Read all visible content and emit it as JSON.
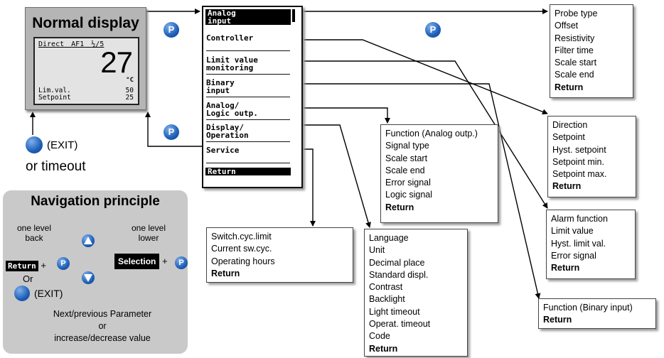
{
  "normal_display": {
    "title": "Normal display",
    "screen": {
      "mode": "Direct",
      "af": "AF1",
      "icon_text": "½/5",
      "value": "27",
      "unit": "°C",
      "lim_label": "Lim.val.",
      "lim_value": "50",
      "sp_label": "Setpoint",
      "sp_value": "25"
    }
  },
  "p_label": "P",
  "exit": {
    "label": "(EXIT)",
    "timeout": "or timeout"
  },
  "menu": {
    "items": [
      {
        "id": "analog-input",
        "lines": "Analog\ninput",
        "selected": true
      },
      {
        "id": "controller",
        "lines": "Controller",
        "selected": false
      },
      {
        "id": "limit-value-monitoring",
        "lines": "Limit value\nmonitoring",
        "selected": false
      },
      {
        "id": "binary-input",
        "lines": "Binary\ninput",
        "selected": false
      },
      {
        "id": "analog-logic-outp",
        "lines": "Analog/\nLogic outp.",
        "selected": false
      },
      {
        "id": "display-operation",
        "lines": "Display/\nOperation",
        "selected": false
      },
      {
        "id": "service",
        "lines": "Service",
        "selected": false
      },
      {
        "id": "return",
        "lines": "Return",
        "selected": true
      }
    ]
  },
  "boxes": {
    "analog_input": [
      "Probe type",
      "Offset",
      "Resistivity",
      "Filter time",
      "Scale start",
      "Scale end",
      "Return"
    ],
    "controller": [
      "Direction",
      "Setpoint",
      "Hyst. setpoint",
      "Setpoint min.",
      "Setpoint max.",
      "Return"
    ],
    "limit_value": [
      "Alarm function",
      "Limit value",
      "Hyst. limit val.",
      "Error signal",
      "Return"
    ],
    "binary_input": [
      "Function (Binary input)",
      "Return"
    ],
    "analog_output": [
      "Function (Analog outp.)",
      "Signal type",
      "Scale start",
      "Scale end",
      "Error signal",
      "Logic signal",
      "Return"
    ],
    "service": [
      "Switch.cyc.limit",
      "Current sw.cyc.",
      "Operating hours",
      "Return"
    ],
    "display_operation": [
      "Language",
      "Unit",
      "Decimal place",
      "Standard displ.",
      "Contrast",
      "Backlight",
      "Light timeout",
      "Operat. timeout",
      "Code",
      "Return"
    ]
  },
  "nav": {
    "title": "Navigation principle",
    "back_l1": "one level",
    "back_l2": "back",
    "lower_l1": "one level",
    "lower_l2": "lower",
    "return_key": "Return",
    "selection_key": "Selection",
    "plus": "+",
    "or": "Or",
    "exit": "(EXIT)",
    "foot_l1": "Next/previous Parameter",
    "foot_l2": "or",
    "foot_l3": "increase/decrease value"
  }
}
